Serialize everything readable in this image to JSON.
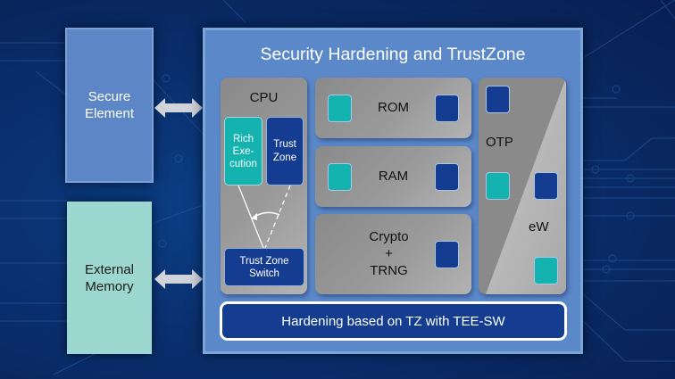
{
  "diagram": {
    "title": "Security Hardening and TrustZone",
    "external_blocks": {
      "secure_element": {
        "label_line1": "Secure",
        "label_line2": "Element"
      },
      "external_memory": {
        "label_line1": "External",
        "label_line2": "Memory"
      }
    },
    "cpu": {
      "label": "CPU",
      "rich_execution": {
        "line1": "Rich",
        "line2": "Exe-",
        "line3": "cution"
      },
      "trust_zone": {
        "line1": "Trust",
        "line2": "Zone"
      },
      "switch": {
        "line1": "Trust Zone",
        "line2": "Switch"
      }
    },
    "memory_blocks": {
      "rom": "ROM",
      "ram": "RAM",
      "crypto": {
        "line1": "Crypto",
        "line2": "+",
        "line3": "TRNG"
      }
    },
    "nvm": {
      "otp": "OTP",
      "ew": "eW"
    },
    "hardening_bar": "Hardening based on TZ with TEE-SW",
    "colors": {
      "background": "#0a2f6e",
      "panel": "#5b88c8",
      "secure_element": "#5c86c5",
      "external_memory": "#9dd8d0",
      "teal": "#14b3b0",
      "navy": "#143d92",
      "gray_block": "#999999",
      "arrow": "#d0d4da"
    }
  }
}
